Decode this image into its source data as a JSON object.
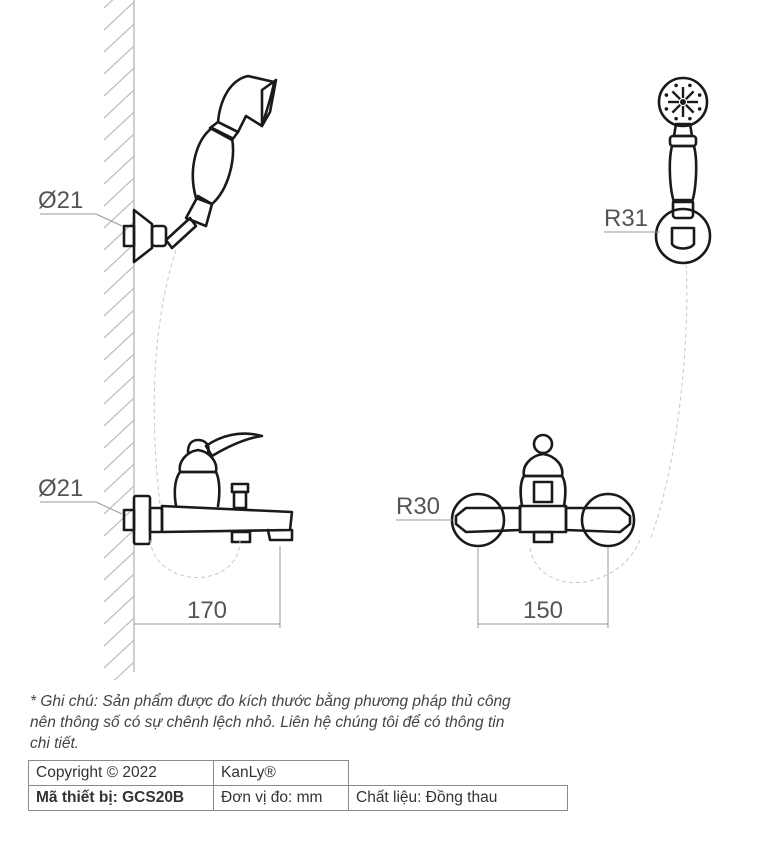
{
  "dimensions": {
    "wall_flange_diameter": "Ø21",
    "mixer_inlet_diameter": "Ø21",
    "holder_radius": "R31",
    "escutcheon_radius": "R30",
    "side_depth": "170",
    "front_spacing": "150"
  },
  "note": {
    "lines": [
      "* Ghi chú: Sản phẩm được đo kích thước bằng phương pháp thủ công",
      "nên thông số có sự chênh lệch nhỏ. Liên hệ chúng tôi để có thông tin",
      "chi tiết."
    ]
  },
  "specs": {
    "copyright": "Copyright © 2022",
    "brand": "KanLy®",
    "model": "Mã thiết bị: GCS20B",
    "unit": "Đơn vị đo: mm",
    "material": "Chất liệu: Đồng thau"
  },
  "colors": {
    "line": "#1a1a1a",
    "dimension": "#555555",
    "hatch": "#bdbdbd"
  }
}
